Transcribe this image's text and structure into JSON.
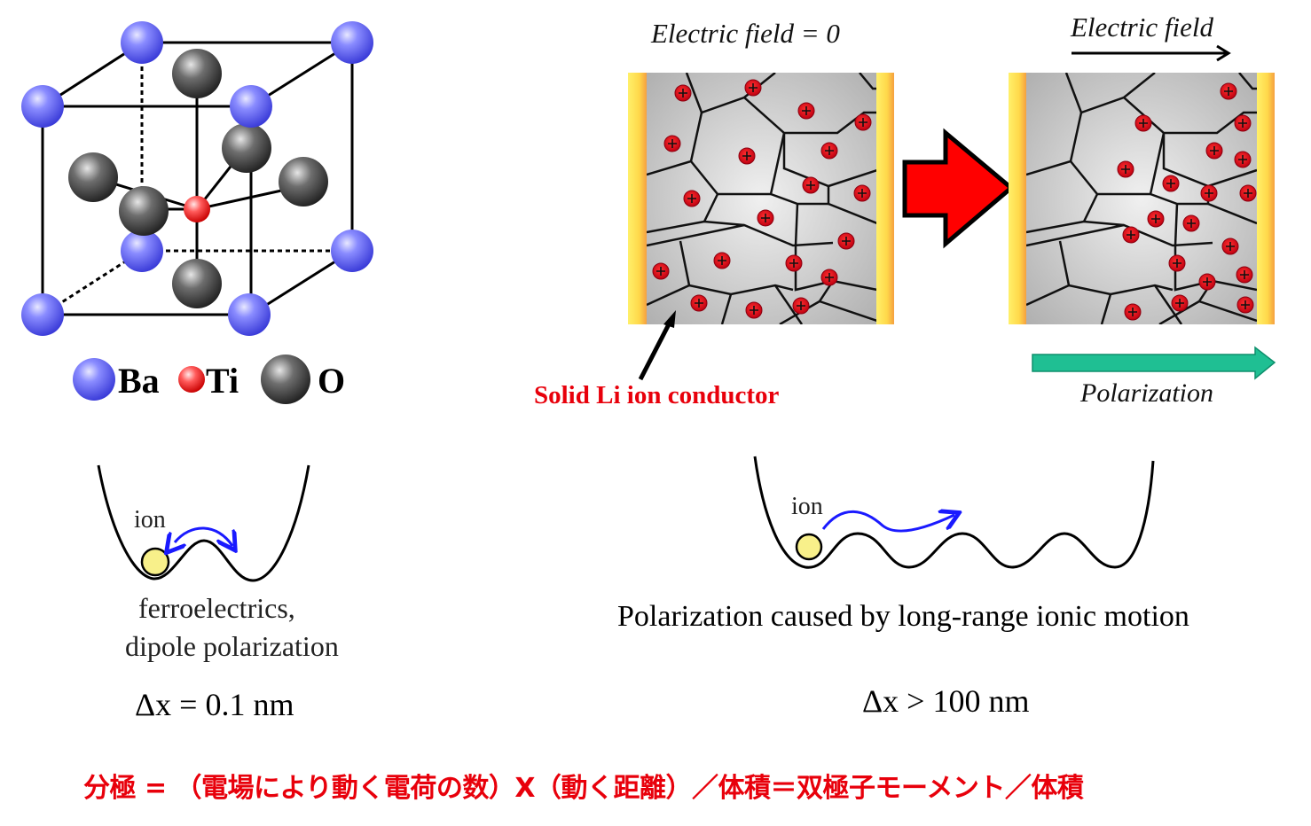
{
  "crystal": {
    "title": "BaTiO3 perovskite unit cell",
    "legend": [
      {
        "symbol": "Ba",
        "color": "#5b5cf0"
      },
      {
        "symbol": "Ti",
        "color": "#ef3a3a"
      },
      {
        "symbol": "O",
        "color": "#555555"
      }
    ]
  },
  "conductor": {
    "left_panel_label": "Electric field = 0",
    "right_panel_label": "Electric field",
    "annotation": "Solid Li ion conductor",
    "polarization_label": "Polarization",
    "electrode_color": "#ffd84a",
    "grain_color": "#c8c8c8",
    "ion_color": "#e8141e",
    "transition_arrow_color": "#ff0000",
    "polarization_arrow_color": "#1fbf93"
  },
  "wells": {
    "left": {
      "ion_label": "ion",
      "caption_line1": "ferroelectrics,",
      "caption_line2": "dipole polarization",
      "displacement": "Δx = 0.1 nm"
    },
    "right": {
      "ion_label": "ion",
      "caption": "Polarization caused by long-range ionic motion",
      "displacement": "Δx > 100 nm"
    },
    "ion_color": "#f8f08a",
    "motion_arrow_color": "#1a1aff"
  },
  "formula": "分極 = （電場により動く電荷の数）X（動く距離）／体積＝双極子モーメント／体積"
}
